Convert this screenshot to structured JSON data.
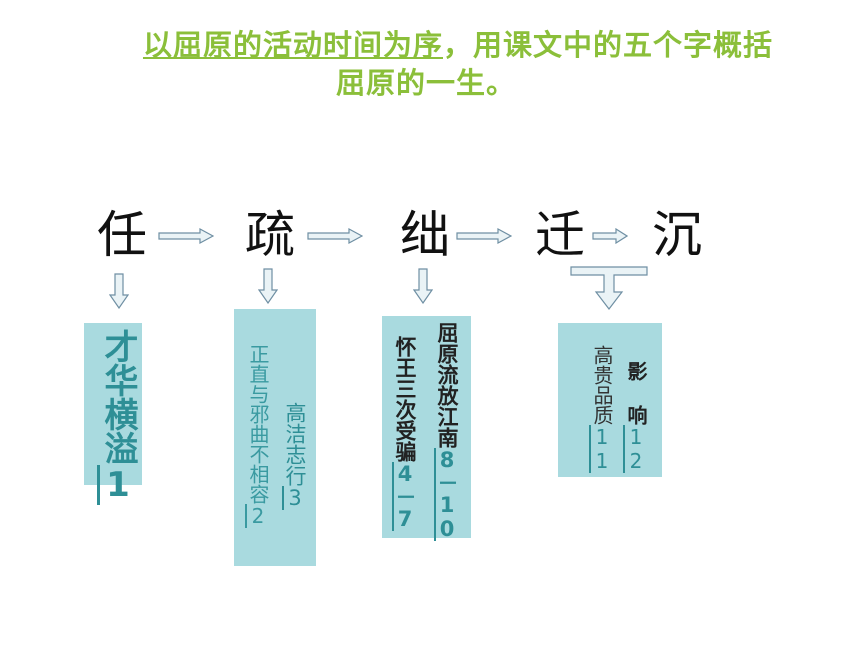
{
  "heading": {
    "line1_underlined": "以屈原的活动时间为序",
    "line1_rest": "，用课文中的五个字概括",
    "line2": "屈原的一生。"
  },
  "stages": [
    "任",
    "疏",
    "绌",
    "迁",
    "沉"
  ],
  "boxes": {
    "b1": {
      "text": "才华横溢",
      "num": "1"
    },
    "b2": {
      "col1_text": "高洁志行",
      "col1_num": "3",
      "col2_text": "正直与邪曲不相容",
      "col2_num": "2"
    },
    "b3": {
      "col1_text": "屈原流放江南",
      "col1_num": "8－10",
      "col2_text": "怀王三次受骗",
      "col2_num": "4－7"
    },
    "b4": {
      "col1_text": "影 响",
      "col1_num": "12",
      "col2_text": "高贵品质",
      "col2_num": "11"
    }
  },
  "colors": {
    "title": "#8bbf3a",
    "box": "#a9dadf",
    "teal": "#2e8f96"
  }
}
